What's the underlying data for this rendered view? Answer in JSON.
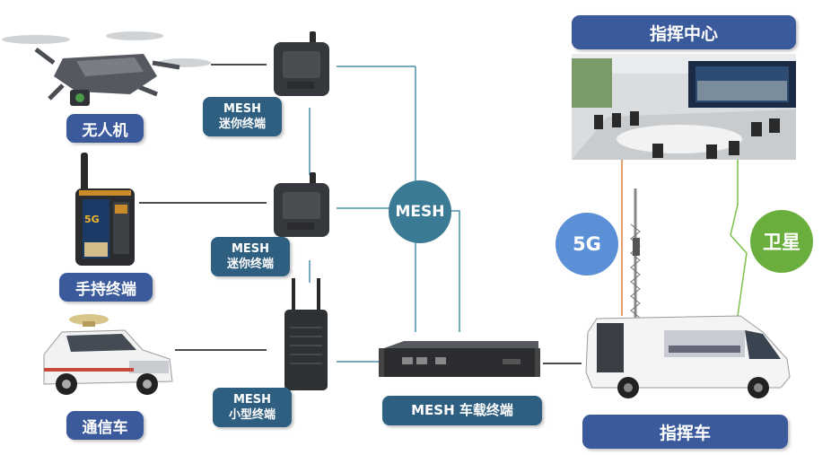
{
  "command_center": {
    "label": "指挥中心"
  },
  "command_vehicle": {
    "label": "指挥车"
  },
  "mesh_hub": {
    "label": "MESH"
  },
  "link_5g": {
    "label": "5G"
  },
  "link_satellite": {
    "label": "卫星"
  },
  "uav": {
    "label": "无人机"
  },
  "handheld": {
    "label": "手持终端"
  },
  "comm_vehicle": {
    "label": "通信车"
  },
  "mini_terminal_1": {
    "line1": "MESH",
    "line2": "迷你终端"
  },
  "mini_terminal_2": {
    "line1": "MESH",
    "line2": "迷你终端"
  },
  "small_terminal": {
    "line1": "MESH",
    "line2": "小型终端"
  },
  "vehicle_terminal": {
    "label": "MESH 车载终端"
  },
  "colors": {
    "label_blue": "#3a5a9c",
    "teal_label": "#2f5f80",
    "mesh_circle": "#3b7a95",
    "circle_5g": "#5b8fd6",
    "circle_sat": "#6aaf3d",
    "link_teal": "#4a8fa8",
    "link_orange": "#e07a3a",
    "link_green": "#7cc04a"
  }
}
